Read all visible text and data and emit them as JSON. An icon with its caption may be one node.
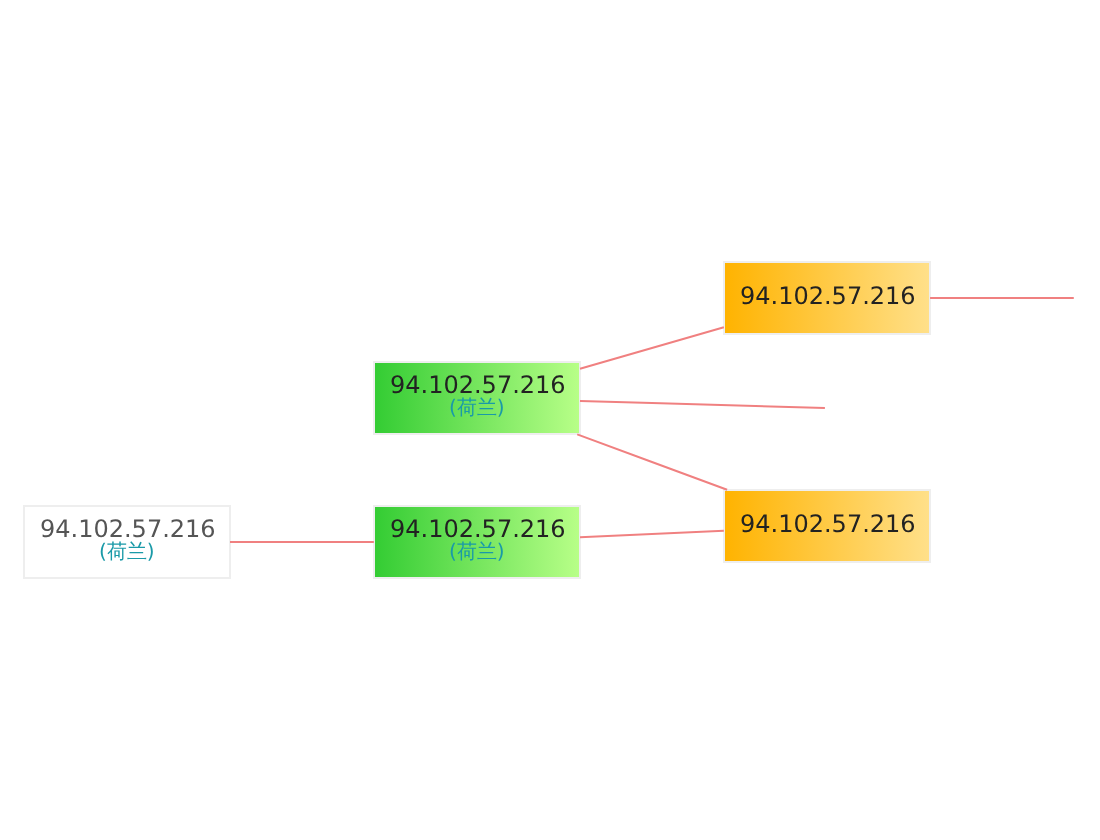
{
  "diagram": {
    "nodes": [
      {
        "text": [
          "94.102.57.216"
        ]
      },
      {
        "text": [
          "94.102.57.216",
          "(荷兰)"
        ]
      },
      {
        "text": [
          "94.102.57.216"
        ]
      },
      {
        "text": [
          "94.102.57.216",
          "(荷兰)"
        ]
      },
      {
        "text": [
          "94.102.57.216",
          "(荷兰)"
        ]
      }
    ],
    "edges": [
      {
        "from": 1,
        "to": 0,
        "arrow": "none"
      },
      {
        "from": 0,
        "to": null,
        "arrow": "none"
      },
      {
        "from": 1,
        "to": 2,
        "arrow": "none"
      },
      {
        "from": 3,
        "to": 2,
        "arrow": "none"
      },
      {
        "from": 1,
        "to": null,
        "arrow": "none"
      },
      {
        "from": 4,
        "to": 3,
        "arrow": "none"
      }
    ]
  }
}
